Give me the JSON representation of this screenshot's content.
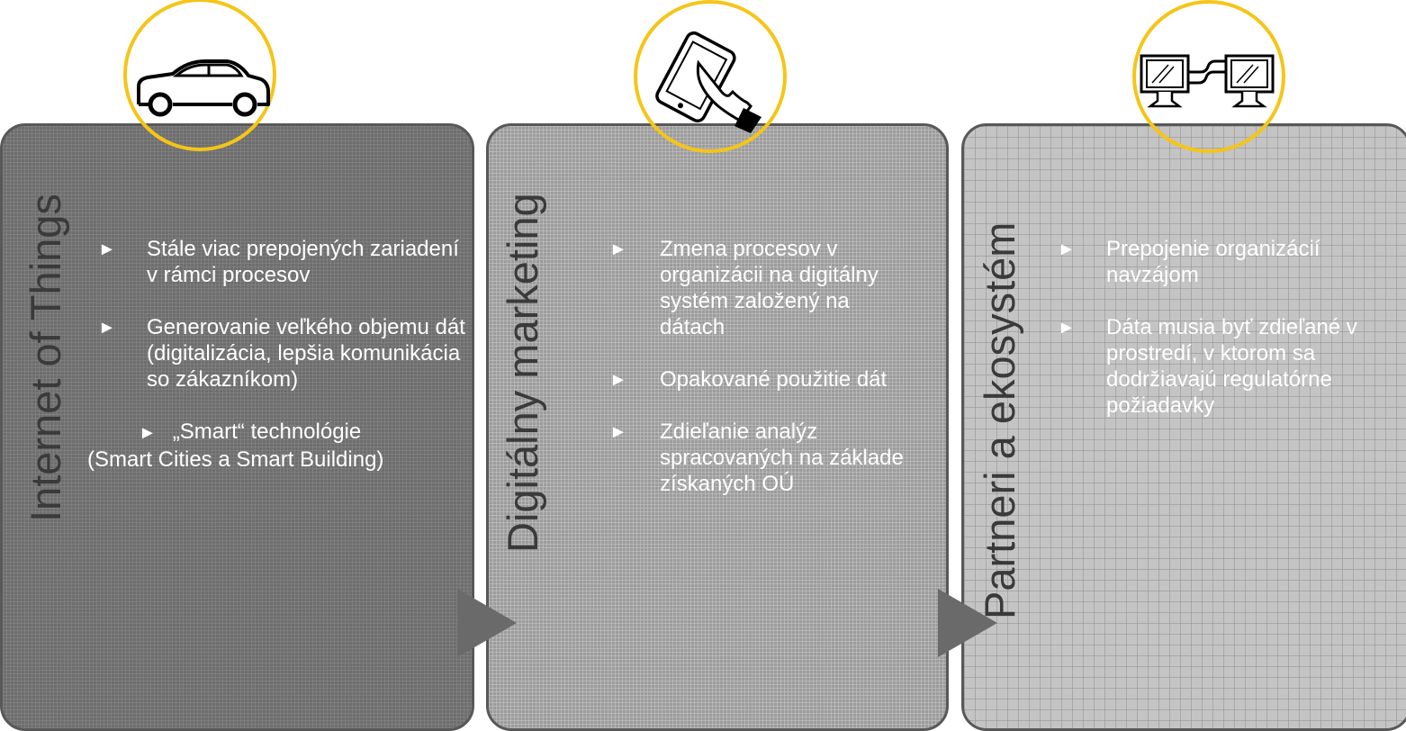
{
  "panels": [
    {
      "title": "Internet of Things",
      "icon": "car-icon",
      "items": [
        "Stále viac prepojených zariadení v rámci procesov",
        "Generovanie veľkého objemu dát (digitalizácia, lepšia komunikácia so zákazníkom)",
        "„Smart“ technológie (Smart Cities a Smart Building)"
      ]
    },
    {
      "title": "Digitálny marketing",
      "icon": "tablet-touch-icon",
      "items": [
        "Zmena procesov v organizácii na digitálny systém založený na dátach",
        "Opakované použitie dát",
        "Zdieľanie analýz spracovaných na základe získaných OÚ"
      ]
    },
    {
      "title": "Partneri a ekosystém",
      "icon": "connected-monitors-icon",
      "items": [
        "Prepojenie organizácií navzájom",
        "Dáta musia byť zdieľané v prostredí, v ktorom sa dodržiavajú regulatórne požiadavky"
      ]
    }
  ],
  "bullet_symbol": "►",
  "colors": {
    "accent_circle": "#f5c518",
    "panel1": "#6e6e6e",
    "panel2": "#9c9c9c",
    "panel3": "#c4c4c4",
    "arrow": "#6a6a6a"
  }
}
